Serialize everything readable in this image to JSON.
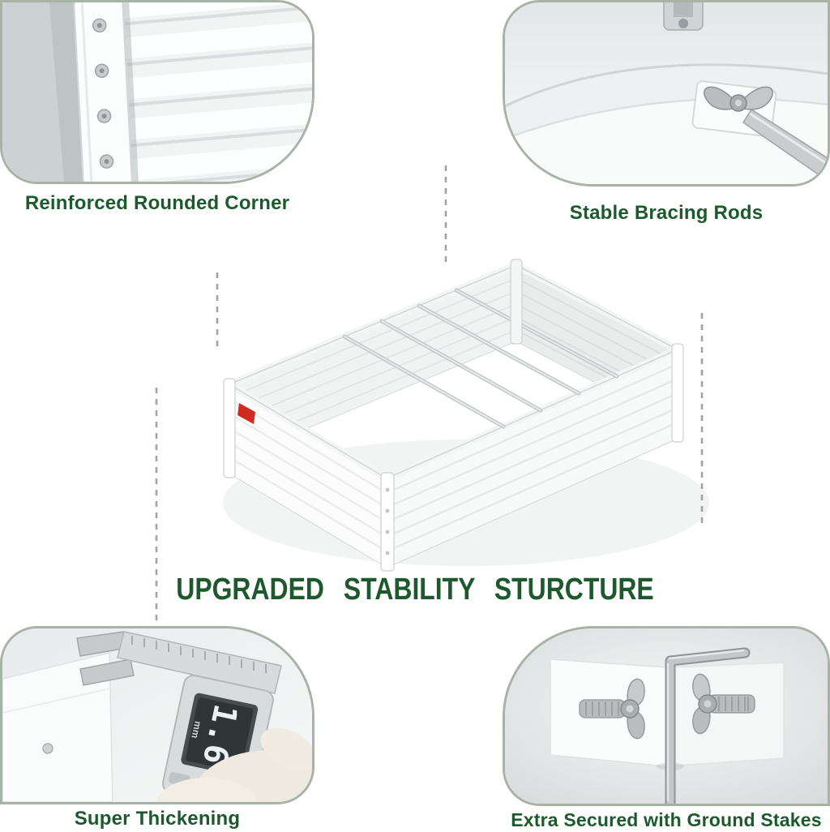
{
  "heading": {
    "title": "UPGRADED STABILITY STURCTURE"
  },
  "callouts": {
    "top_left": {
      "label": "Reinforced Rounded Corner"
    },
    "top_right": {
      "label": "Stable Bracing Rods"
    },
    "bottom_left": {
      "label": "Super Thickening"
    },
    "bottom_right": {
      "label": "Extra Secured with Ground Stakes"
    }
  },
  "caliper": {
    "display_value": "1.6",
    "unit": "mm"
  },
  "colors": {
    "label_green": "#1c5a2d",
    "callout_border": "#a7b3a7",
    "connector_gray": "#a3a3a3",
    "logo_red": "#cf2b20"
  },
  "icons": {
    "screw-icon": "round metal screw head",
    "wing-nut-icon": "butterfly wing nut",
    "ground-stake-icon": "L-shaped metal ground stake",
    "bracing-rod-icon": "thin metal crossbar rod",
    "caliper-icon": "digital caliper with LCD display"
  }
}
